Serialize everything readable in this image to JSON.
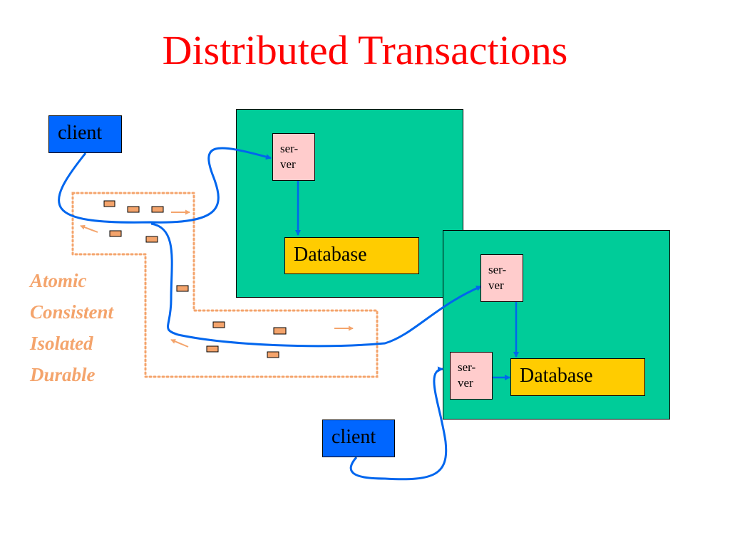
{
  "title": "Distributed Transactions",
  "clients": [
    "client",
    "client"
  ],
  "servers": [
    {
      "line1": "ser-",
      "line2": "ver"
    },
    {
      "line1": "ser-",
      "line2": "ver"
    },
    {
      "line1": "ser-",
      "line2": "ver"
    }
  ],
  "databases": [
    "Database",
    "Database"
  ],
  "acid_properties": [
    "Atomic",
    "Consistent",
    "Isolated",
    "Durable"
  ],
  "colors": {
    "title": "#ff0000",
    "site_background": "#00cc99",
    "client": "#0066ff",
    "server": "#ffcccc",
    "database": "#ffcc00",
    "connection": "#0066ee",
    "transaction_region": "#f4a46c"
  }
}
